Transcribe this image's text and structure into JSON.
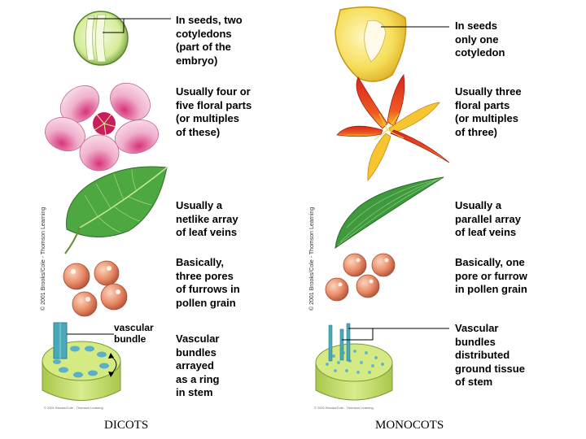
{
  "dicots": {
    "caption": "DICOTS",
    "seed_text": "In seeds, two\ncotyledons\n(part of the\nembryo)",
    "flower_text": "Usually four or\nfive floral parts\n(or multiples\nof these)",
    "leaf_text": "Usually a\nnetlike array\nof leaf veins",
    "pollen_text": "Basically,\nthree pores\nof furrows in\npollen grain",
    "bundle_label": "vascular\nbundle",
    "stem_text": "Vascular\nbundles\narrayed\nas a ring\nin stem"
  },
  "monocots": {
    "caption": "MONOCOTS",
    "seed_text": "In seeds\nonly one\ncotyledon",
    "flower_text": "Usually three\nfloral parts\n(or multiples\nof three)",
    "leaf_text": "Usually a\nparallel array\nof leaf veins",
    "pollen_text": "Basically, one\npore or furrow\nin pollen grain",
    "stem_text": "Vascular\nbundles\ndistributed\nground tissue\nof stem"
  },
  "credit": "© 2001 Brooks/Cole - Thomson Learning",
  "small_credit": "© 2001 Brooks/Cole - Thomson Learning",
  "colors": {
    "dicot_flower": "#e8a7c4",
    "monocot_flower": "#e0322a",
    "leaf": "#3c9a3a",
    "pollen": "#e38a6e",
    "stem": "#c8e070",
    "bundle": "#5ab0c8"
  }
}
